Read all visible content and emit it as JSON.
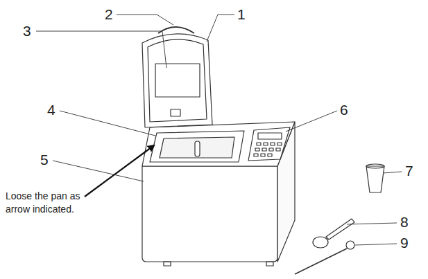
{
  "diagram": {
    "labels": [
      "1",
      "2",
      "3",
      "4",
      "5",
      "6",
      "7",
      "8",
      "9",
      "Loose the pan as arrow indicated."
    ]
  }
}
